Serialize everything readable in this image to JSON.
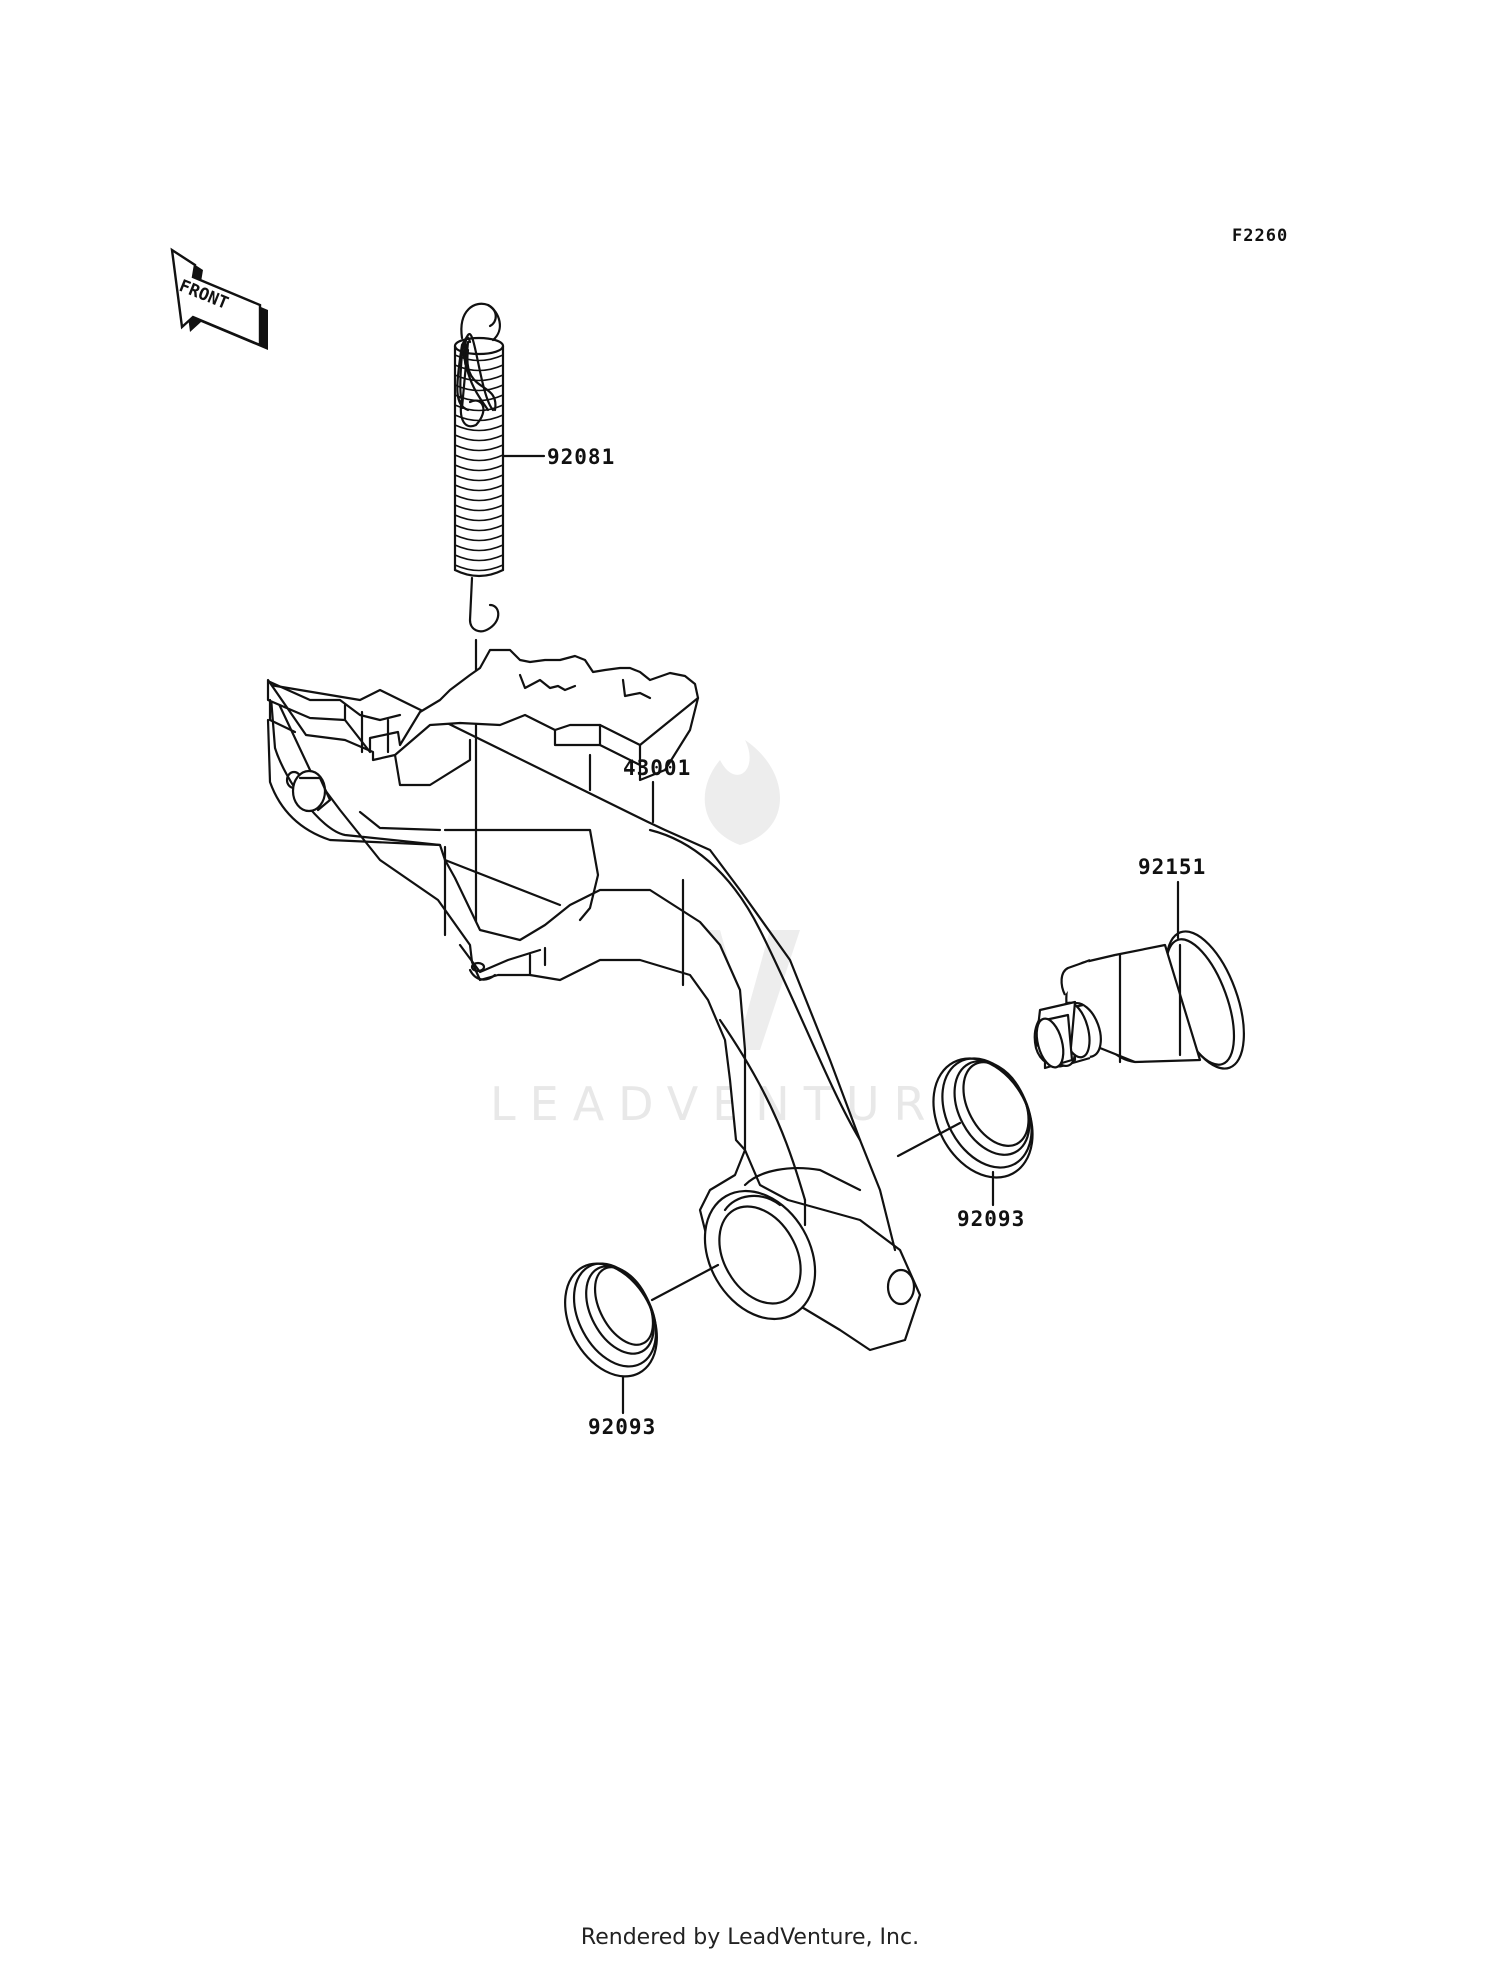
{
  "diagram": {
    "code": "F2260",
    "front_label": "FRONT",
    "watermark": "LEADVENTURE",
    "parts": [
      {
        "number": "92081",
        "name": "spring"
      },
      {
        "number": "43001",
        "name": "brake-pedal"
      },
      {
        "number": "92151",
        "name": "bolt"
      },
      {
        "number": "92093",
        "name": "seal-upper"
      },
      {
        "number": "92093",
        "name": "seal-lower"
      }
    ]
  },
  "footer": {
    "text": "Rendered by LeadVenture, Inc."
  }
}
